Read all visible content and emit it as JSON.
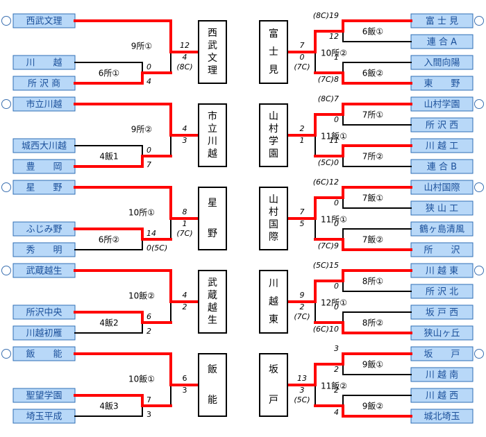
{
  "colors": {
    "win": "#ff0000",
    "lose": "#000000",
    "team_fill": "#b8d8f8",
    "team_border": "#2e6eb4",
    "team_text": "#1a4f9a"
  },
  "left_blocks": [
    {
      "winner": "西武文理",
      "final_chars": [
        "西",
        "武",
        "文",
        "理"
      ],
      "seed": {
        "name": "西武文理",
        "seeded_mark": true
      },
      "pair": [
        {
          "name": "川　　越"
        },
        {
          "name": "所 沢 商"
        }
      ],
      "inner_game": "6所①",
      "inner_scores": [
        "0",
        "4"
      ],
      "inner_winner": 1,
      "outer_game": "9所①",
      "outer_scores": [
        "12",
        "4",
        "(8C)"
      ],
      "outer_winner": 0,
      "italic": true
    },
    {
      "winner": "市立川越",
      "final_chars": [
        "市",
        "立",
        "川",
        "越"
      ],
      "seed": {
        "name": "市立川越",
        "seeded_mark": true
      },
      "pair": [
        {
          "name": "城西大川越"
        },
        {
          "name": "豊　　岡"
        }
      ],
      "inner_game": "4飯1",
      "inner_scores": [
        "0",
        "7"
      ],
      "inner_winner": 1,
      "outer_game": "9所②",
      "outer_scores": [
        "4",
        "3",
        ""
      ],
      "outer_winner": 0,
      "italic": true
    },
    {
      "winner": "星野",
      "final_chars": [
        "星",
        "野"
      ],
      "seed": {
        "name": "星　　野",
        "seeded_mark": true
      },
      "pair": [
        {
          "name": "ふじみ野"
        },
        {
          "name": "秀　　明"
        }
      ],
      "inner_game": "6所②",
      "inner_scores": [
        "14",
        "0(5C)"
      ],
      "inner_winner": 0,
      "outer_game": "10所①",
      "outer_scores": [
        "8",
        "1",
        "(7C)"
      ],
      "outer_winner": 0,
      "italic": true
    },
    {
      "winner": "武蔵越生",
      "final_chars": [
        "武",
        "蔵",
        "越",
        "生"
      ],
      "seed": {
        "name": "武蔵越生",
        "seeded_mark": true
      },
      "pair": [
        {
          "name": "所沢中央"
        },
        {
          "name": "川越初雁"
        }
      ],
      "inner_game": "4飯2",
      "inner_scores": [
        "6",
        "2"
      ],
      "inner_winner": 0,
      "outer_game": "10飯②",
      "outer_scores": [
        "4",
        "2",
        ""
      ],
      "outer_winner": 0,
      "italic": true
    },
    {
      "winner": "飯能",
      "final_chars": [
        "飯",
        "能"
      ],
      "seed": {
        "name": "飯　　能",
        "seeded_mark": true
      },
      "pair": [
        {
          "name": "聖望学園"
        },
        {
          "name": "埼玉平成"
        }
      ],
      "inner_game": "4飯3",
      "inner_scores": [
        "7",
        "3"
      ],
      "inner_winner": 0,
      "outer_game": "10飯①",
      "outer_scores": [
        "6",
        "3",
        ""
      ],
      "outer_winner": 0,
      "italic": false
    }
  ],
  "right_blocks": [
    {
      "winner": "富士見",
      "final_chars": [
        "富",
        "士",
        "見"
      ],
      "teams": [
        {
          "name": "富 士 見",
          "seeded_mark": true
        },
        {
          "name": "連 合 A"
        },
        {
          "name": "入間向陽"
        },
        {
          "name": "東　　野"
        }
      ],
      "top_game": "6飯①",
      "top_scores": [
        "(8C)19",
        "12"
      ],
      "top_winner": 0,
      "bottom_game": "6飯②",
      "bottom_scores": [
        "1",
        "(7C)8"
      ],
      "bottom_winner": 1,
      "outer_game": "10所②",
      "outer_scores": [
        "7",
        "0",
        "(7C)"
      ],
      "outer_winner": 0
    },
    {
      "winner": "山村学園",
      "final_chars": [
        "山",
        "村",
        "学",
        "園"
      ],
      "teams": [
        {
          "name": "山村学園",
          "seeded_mark": true
        },
        {
          "name": "所 沢 西"
        },
        {
          "name": "川 越 工"
        },
        {
          "name": "連 合 B"
        }
      ],
      "top_game": "7所①",
      "top_scores": [
        "(8C)7",
        "0"
      ],
      "top_winner": 0,
      "bottom_game": "7所②",
      "bottom_scores": [
        "11",
        "(5C)0"
      ],
      "bottom_winner": 0,
      "outer_game": "11飯①",
      "outer_scores": [
        "2",
        "1",
        ""
      ],
      "outer_winner": 0
    },
    {
      "winner": "山村国際",
      "final_chars": [
        "山",
        "村",
        "国",
        "際"
      ],
      "teams": [
        {
          "name": "山村国際",
          "seeded_mark": true
        },
        {
          "name": "狭 山 工"
        },
        {
          "name": "鶴ヶ島清風"
        },
        {
          "name": "所　　沢"
        }
      ],
      "top_game": "7飯①",
      "top_scores": [
        "(6C)12",
        "0"
      ],
      "top_winner": 0,
      "bottom_game": "7飯②",
      "bottom_scores": [
        "0",
        "(7C)9"
      ],
      "bottom_winner": 1,
      "outer_game": "11所①",
      "outer_scores": [
        "7",
        "5",
        ""
      ],
      "outer_winner": 0
    },
    {
      "winner": "川越東",
      "final_chars": [
        "川",
        "越",
        "東"
      ],
      "teams": [
        {
          "name": "川 越 東",
          "seeded_mark": true
        },
        {
          "name": "所 沢 北"
        },
        {
          "name": "坂 戸 西"
        },
        {
          "name": "狭山ヶ丘"
        }
      ],
      "top_game": "8所①",
      "top_scores": [
        "(5C)15",
        "0"
      ],
      "top_winner": 0,
      "bottom_game": "8所②",
      "bottom_scores": [
        "0",
        "(6C)10"
      ],
      "bottom_winner": 1,
      "outer_game": "12所①",
      "outer_scores": [
        "9",
        "2",
        "(7C)"
      ],
      "outer_winner": 0
    },
    {
      "winner": "坂戸",
      "final_chars": [
        "坂",
        "戸"
      ],
      "teams": [
        {
          "name": "坂　　戸",
          "seeded_mark": true
        },
        {
          "name": "川 越 南"
        },
        {
          "name": "川 越 西"
        },
        {
          "name": "城北埼玉"
        }
      ],
      "top_game": "9飯①",
      "top_scores": [
        "3",
        "2"
      ],
      "top_winner": 0,
      "bottom_game": "9飯②",
      "bottom_scores": [
        "2",
        "4"
      ],
      "bottom_winner": 1,
      "outer_game": "11飯②",
      "outer_scores": [
        "13",
        "3",
        "(5C)"
      ],
      "outer_winner": 0
    }
  ]
}
